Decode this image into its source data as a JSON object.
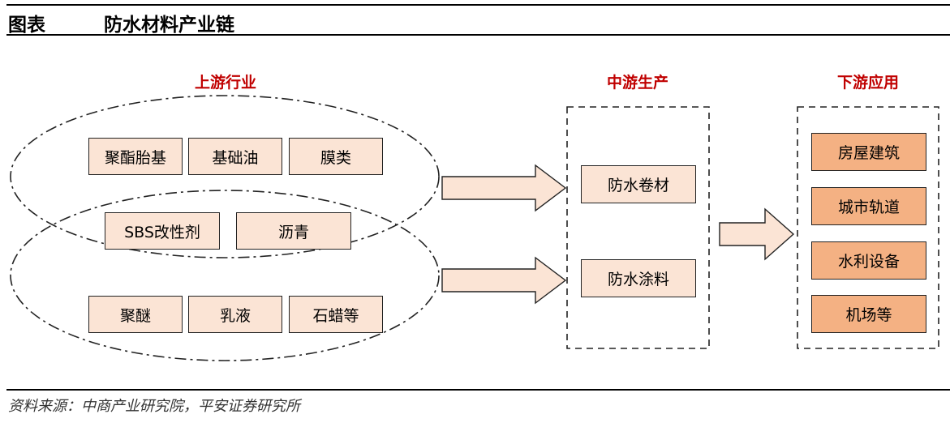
{
  "header": {
    "label": "图表",
    "title": "防水材料产业链"
  },
  "stages": {
    "upstream": "上游行业",
    "midstream": "中游生产",
    "downstream": "下游应用"
  },
  "upstream_items": {
    "row1": [
      "聚酯胎基",
      "基础油",
      "膜类"
    ],
    "row2": [
      "SBS改性剂",
      "沥青"
    ],
    "row3": [
      "聚醚",
      "乳液",
      "石蜡等"
    ]
  },
  "midstream_items": [
    "防水卷材",
    "防水涂料"
  ],
  "downstream_items": [
    "房屋建筑",
    "城市轨道",
    "水利设备",
    "机场等"
  ],
  "source": "资料来源：中商产业研究院，平安证券研究所",
  "colors": {
    "accent": "#c00000",
    "box_light": "#fbe4d5",
    "box_medium": "#f4b183",
    "arrow_fill": "#fbe4d5"
  }
}
